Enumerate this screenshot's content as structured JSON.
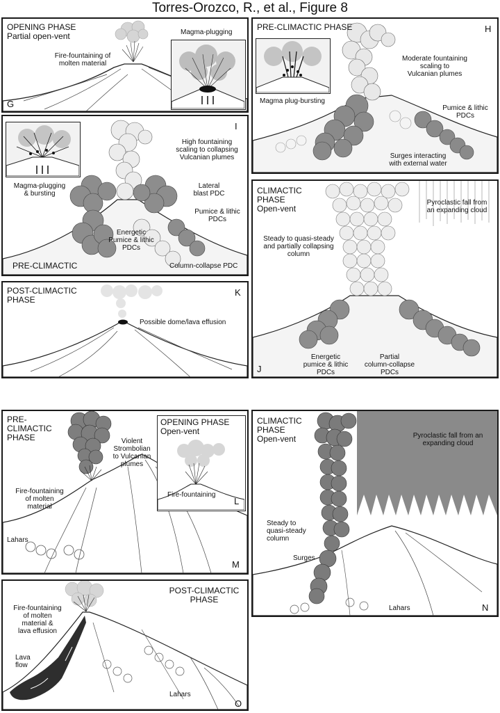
{
  "figure_title": "Torres-Orozco, R., et al., Figure 8",
  "panels": {
    "G": {
      "letter": "G",
      "phase_line1": "OPENING PHASE",
      "phase_line2": "Partial open-vent",
      "fountain_label": "Fire-fountaining of\nmolten material",
      "inset_label": "Magma-plugging"
    },
    "H": {
      "letter": "H",
      "phase": "PRE-CLIMACTIC PHASE",
      "inset_label": "Magma plug-bursting",
      "plume_label": "Moderate fountaining\nscaling to\nVulcanian plumes",
      "pdc_label": "Pumice & lithic\nPDCs",
      "surge_label": "Surges interacting\nwith external water"
    },
    "I": {
      "letter": "I",
      "phase": "PRE-CLIMACTIC",
      "inset_label": "Magma-plugging\n& bursting",
      "fountain_label": "High fountaining\nscaling to collapsing\nVulcanian plumes",
      "blast_label": "Lateral\nblast PDC",
      "pdc_label": "Pumice & lithic\nPDCs",
      "energetic_label": "Energetic\nPumice & lithic\nPDCs",
      "collapse_label": "Column-collapse PDC"
    },
    "J": {
      "letter": "J",
      "phase_line1": "CLIMACTIC",
      "phase_line2": "PHASE",
      "phase_line3": "Open-vent",
      "fall_label": "Pyroclastic fall from\nan expanding cloud",
      "column_label": "Steady to quasi-steady\nand partially collapsing\ncolumn",
      "energetic_label": "Energetic\npumice & lithic\nPDCs",
      "partial_label": "Partial\ncolumn-collapse\nPDCs"
    },
    "K": {
      "letter": "K",
      "phase_line1": "POST-CLIMACTIC",
      "phase_line2": "PHASE",
      "dome_label": "Possible dome/lava effusion"
    },
    "M": {
      "letter": "M",
      "phase_line1": "PRE-",
      "phase_line2": "CLIMACTIC",
      "phase_line3": "PHASE",
      "violent_label": "Violent\nStrombolian\nto Vulcanian\nplumes",
      "fountain_label": "Fire-fountaining\nof molten\nmaterial",
      "lahars_label": "Lahars"
    },
    "L": {
      "letter": "L",
      "phase_line1": "OPENING PHASE",
      "phase_line2": "Open-vent",
      "fountain_label": "Fire-fountaining"
    },
    "N": {
      "letter": "N",
      "phase_line1": "CLIMACTIC",
      "phase_line2": "PHASE",
      "phase_line3": "Open-vent",
      "fall_label": "Pyroclastic fall from an\nexpanding cloud",
      "column_label": "Steady to\nquasi-steady\ncolumn",
      "surges_label": "Surges",
      "lahars_label": "Lahars"
    },
    "O": {
      "letter": "O",
      "phase_line1": "POST-CLIMACTIC",
      "phase_line2": "PHASE",
      "fountain_label": "Fire-fountaining\nof molten\nmaterial &\nlava effusion",
      "lava_label": "Lava\nflow",
      "lahars_label": "Lahars"
    }
  }
}
